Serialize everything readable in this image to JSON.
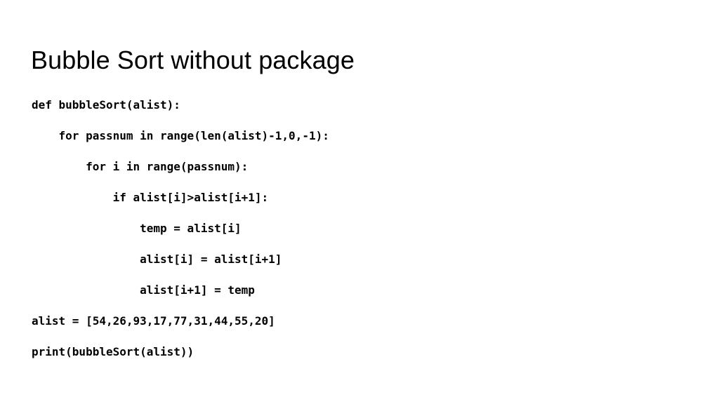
{
  "slide": {
    "title": "Bubble Sort without package",
    "code_lines": [
      "def bubbleSort(alist):",
      "    for passnum in range(len(alist)-1,0,-1):",
      "        for i in range(passnum):",
      "            if alist[i]>alist[i+1]:",
      "                temp = alist[i]",
      "                alist[i] = alist[i+1]",
      "                alist[i+1] = temp",
      "alist = [54,26,93,17,77,31,44,55,20]",
      "print(bubbleSort(alist))"
    ]
  }
}
